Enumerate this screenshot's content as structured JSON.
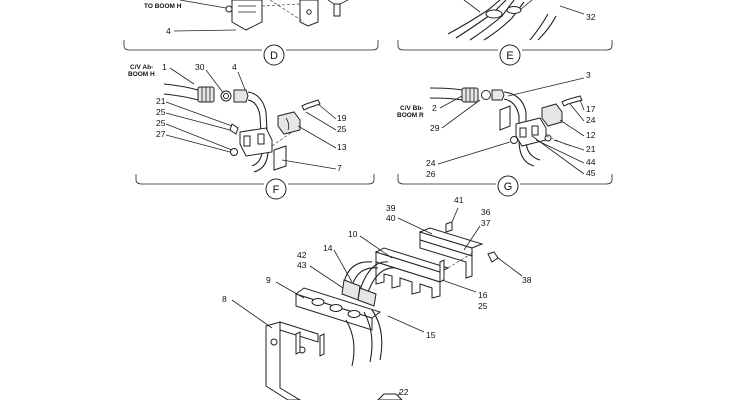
{
  "sections": {
    "D": "D",
    "E": "E",
    "F": "F",
    "G": "G"
  },
  "captions": {
    "to_boom_h": "TO BOOM H",
    "cv_ab_1": "C/V Ab-",
    "cv_ab_2": "BOOM H",
    "cv_bb_1": "C/V Bb-",
    "cv_bb_2": "BOOM R"
  },
  "callouts": {
    "top_4": "4",
    "top_32": "32",
    "f_1": "1",
    "f_30": "30",
    "f_4": "4",
    "f_21": "21",
    "f_25a": "25",
    "f_25b": "25",
    "f_27": "27",
    "f_19": "19",
    "f_25c": "25",
    "f_13": "13",
    "f_7": "7",
    "g_3": "3",
    "g_2": "2",
    "g_29": "29",
    "g_17": "17",
    "g_24a": "24",
    "g_12": "12",
    "g_21": "21",
    "g_24b": "24",
    "g_26": "26",
    "g_44": "44",
    "g_45": "45",
    "m_41": "41",
    "m_39": "39",
    "m_40": "40",
    "m_36": "36",
    "m_37": "37",
    "m_10": "10",
    "m_14": "14",
    "m_42": "42",
    "m_43": "43",
    "m_38": "38",
    "m_9": "9",
    "m_8": "8",
    "m_16": "16",
    "m_25": "25",
    "m_15": "15",
    "m_22": "22"
  }
}
